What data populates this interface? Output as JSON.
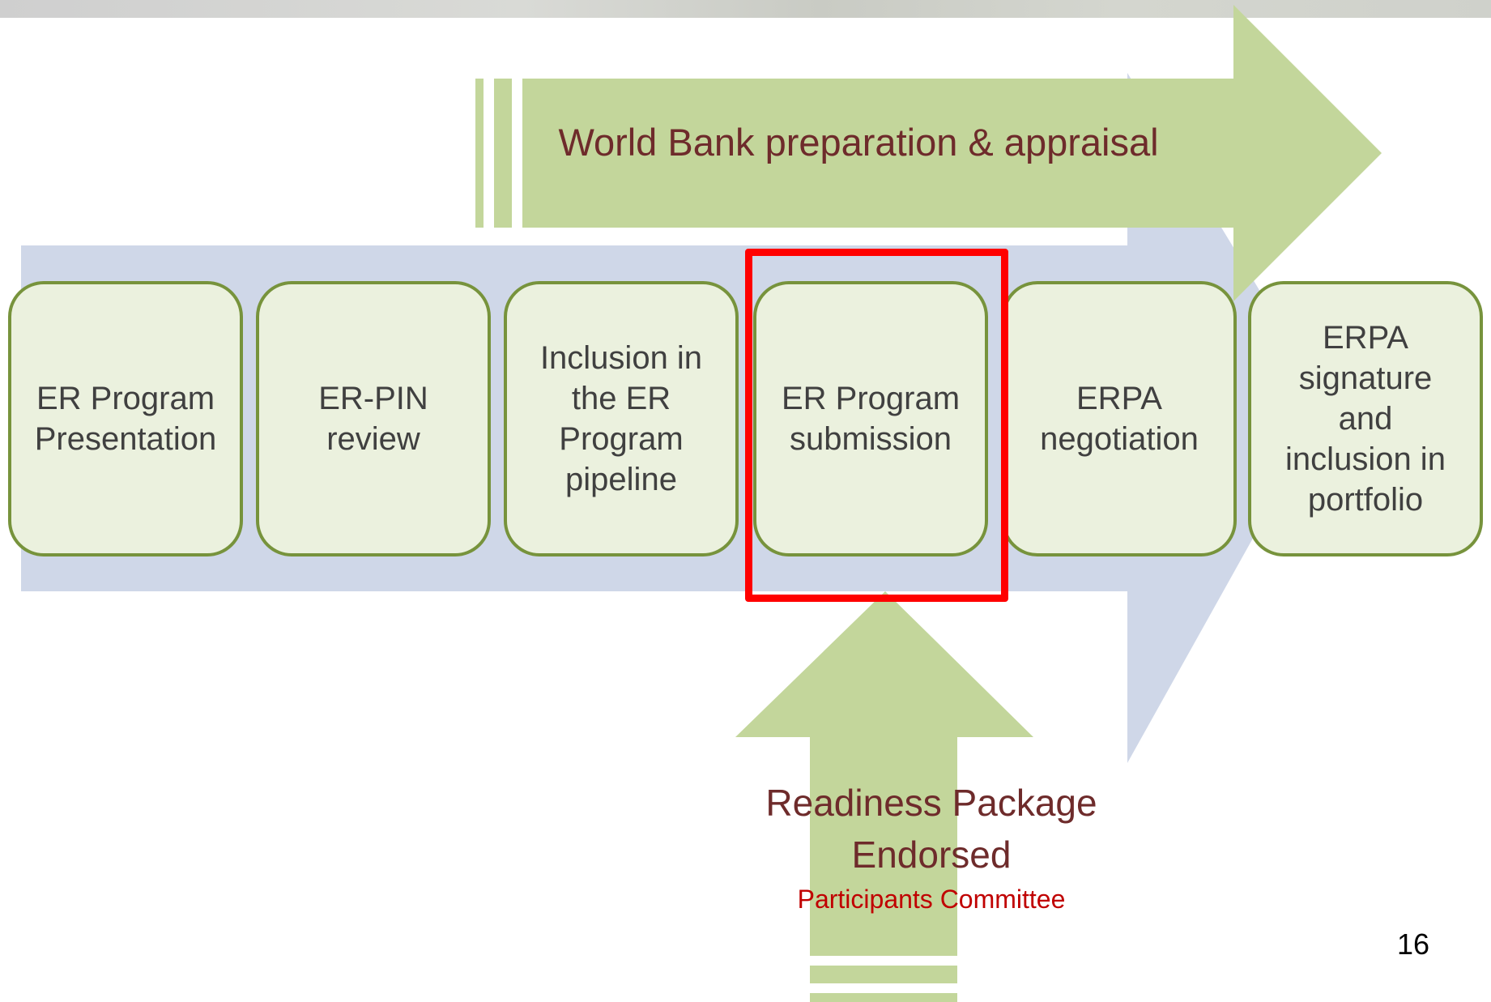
{
  "colors": {
    "green_arrow": "#c3d69b",
    "blue_arrow": "#cfd7e8",
    "step_fill": "#ebf1de",
    "step_border": "#77933c",
    "title_text": "#6e2b2b",
    "step_text": "#404040",
    "highlight": "#ff0000",
    "committee_text": "#c00000"
  },
  "world_bank_arrow": {
    "label": "World Bank preparation & appraisal"
  },
  "steps": [
    {
      "label": "ER Program\nPresentation"
    },
    {
      "label": "ER-PIN\nreview"
    },
    {
      "label": "Inclusion in\nthe ER\nProgram\npipeline"
    },
    {
      "label": "ER Program\nsubmission",
      "highlighted": true
    },
    {
      "label": "ERPA\nnegotiation"
    },
    {
      "label": "ERPA\nsignature\nand\ninclusion in\nportfolio"
    }
  ],
  "readiness_arrow": {
    "line1": "Readiness Package",
    "line2": "Endorsed",
    "sublabel": "Participants Committee"
  },
  "page_number": "16"
}
